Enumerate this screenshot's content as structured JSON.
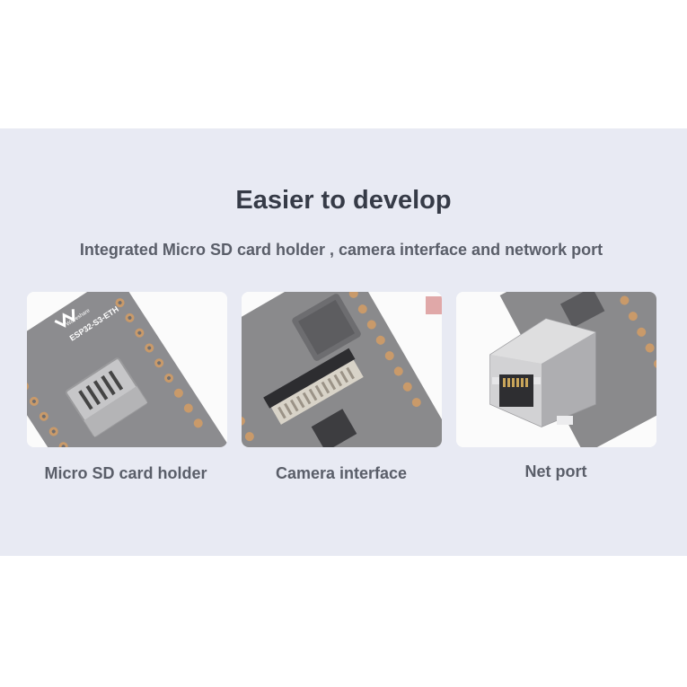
{
  "section": {
    "title": "Easier to develop",
    "subtitle": "Integrated Micro SD card holder , camera interface and network port"
  },
  "features": [
    {
      "caption": "Micro SD card holder",
      "icon": "micro-sd-card-holder-photo",
      "board_label": "ESP32-S3-ETH",
      "brand_label": "Waveshare"
    },
    {
      "caption": "Camera interface",
      "icon": "camera-interface-photo"
    },
    {
      "caption": "Net port",
      "icon": "rj45-net-port-photo"
    }
  ],
  "colors": {
    "band_background": "#e8eaf3",
    "title_text": "#363b47",
    "body_text": "#5a5e69",
    "board_pcb": "#8a8a8c",
    "pin_gold": "#c99a6a"
  }
}
